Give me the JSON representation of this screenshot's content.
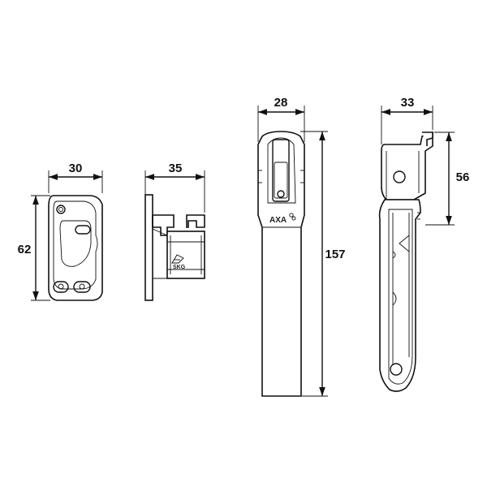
{
  "dimensions": {
    "keep_width": "30",
    "keep_height": "62",
    "keep_side_depth": "35",
    "handle_width": "28",
    "handle_length": "157",
    "handle_side_depth": "33",
    "handle_side_height": "56"
  },
  "markings": {
    "keep_logo": "SKG",
    "handle_brand": "AXA"
  },
  "colors": {
    "line": "#111111",
    "background": "#ffffff"
  }
}
